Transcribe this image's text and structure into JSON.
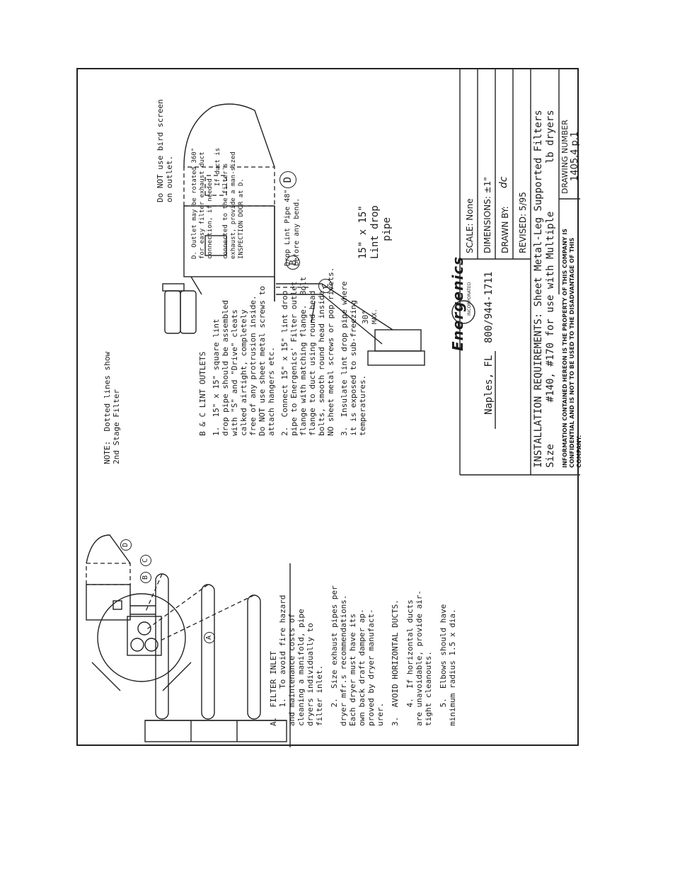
{
  "notes": {
    "dotted": [
      "NOTE:  Dotted lines show",
      "2nd Stage Filter"
    ],
    "bird_screen": [
      "Do NOT use bird screen",
      "on outlet."
    ],
    "outlet_d": [
      "D. Outlet may be rotated 360°",
      "for easy filter exhaust duct",
      "connection, if needed",
      "                   If duct is",
      "connected to the filter's",
      "exhaust, provide a man-sized",
      "INSPECTION DOOR at D."
    ],
    "drop_lint": [
      "Drop Lint Pipe 48\"",
      "before any bend."
    ],
    "pipe_label": [
      "15\" x 15\"",
      "Lint drop",
      "   pipe"
    ],
    "angle": "30°",
    "angle_max": "MAX."
  },
  "markers": [
    "A",
    "B",
    "C",
    "D"
  ],
  "lint_outlets": {
    "heading": "B & C LINT OUTLETS",
    "items": [
      [
        "1.  15\" x 15\" square lint",
        "drop pipe should be assembled",
        "with \"S\" and \"Drive\" cleats",
        "calked airtight, completely",
        "free of any protrusion inside.",
        "Do NOT use sheet metal screws to",
        "attach hangers etc."
      ],
      [
        "2.  Connect 15\" x 15\" lint drop",
        "pipe to Energenics' Filter outlet",
        "flange with matching flange.  Bolt",
        "flange to duct using round head",
        "bolts, smooth round head inside.",
        "NO sheet metal screws or pop rivets."
      ],
      [
        "3.  Insulate lint drop pipe where",
        "it is exposed to sub-freezing",
        "temperatures."
      ]
    ]
  },
  "filter_inlet": {
    "heading": "A.  FILTER INLET",
    "items": [
      [
        "    1.  To avoid fire hazard",
        "and maintenance costs of",
        "cleaning a manifold, pipe",
        "dryers individually to",
        "filter inlet."
      ],
      [
        "    2.  Size exhaust pipes per",
        "dryer mfr.s recommendations.",
        "Each dryer must have its",
        "own back draft damper ap-",
        "proved by dryer manufact-",
        "urer."
      ],
      [
        "3.  AVOID HORIZONTAL DUCTS."
      ],
      [
        "    4.  If horizontal ducts",
        "are unavoidable, provide air-",
        "tight cleanouts."
      ],
      [
        "    5.  Elbows should have",
        "minimum radius 1.5 x dia."
      ]
    ]
  },
  "company": {
    "logo": "Energenics",
    "logo_sub": "INCORPORATED",
    "location": "Naples, FL  800/944-1711"
  },
  "title_block": {
    "scale": "SCALE:  None",
    "dimensions": "DIMENSIONS: ±1\"",
    "drawn_by": "DRAWN BY:",
    "drawn_by_initials": "dc",
    "revised": "REVISED:   5/95",
    "title_1": "INSTALLATION REQUIREMENTS: Sheet Metal-Leg Supported Filters",
    "title_2": "Size       #140, #170 for use with Multiple        lb dryers",
    "confidential": [
      "INFORMATION CONTAINED HEREON IS THE PROPERTY OF THIS COMPANY IS",
      "CONFIDENTIAL AND IS NOT TO BE USED TO THE DISADVANTAGE OF THIS",
      "COMPANY."
    ],
    "drawing_number_label": "DRAWING NUMBER",
    "drawing_number": "1405.4  p.1"
  }
}
